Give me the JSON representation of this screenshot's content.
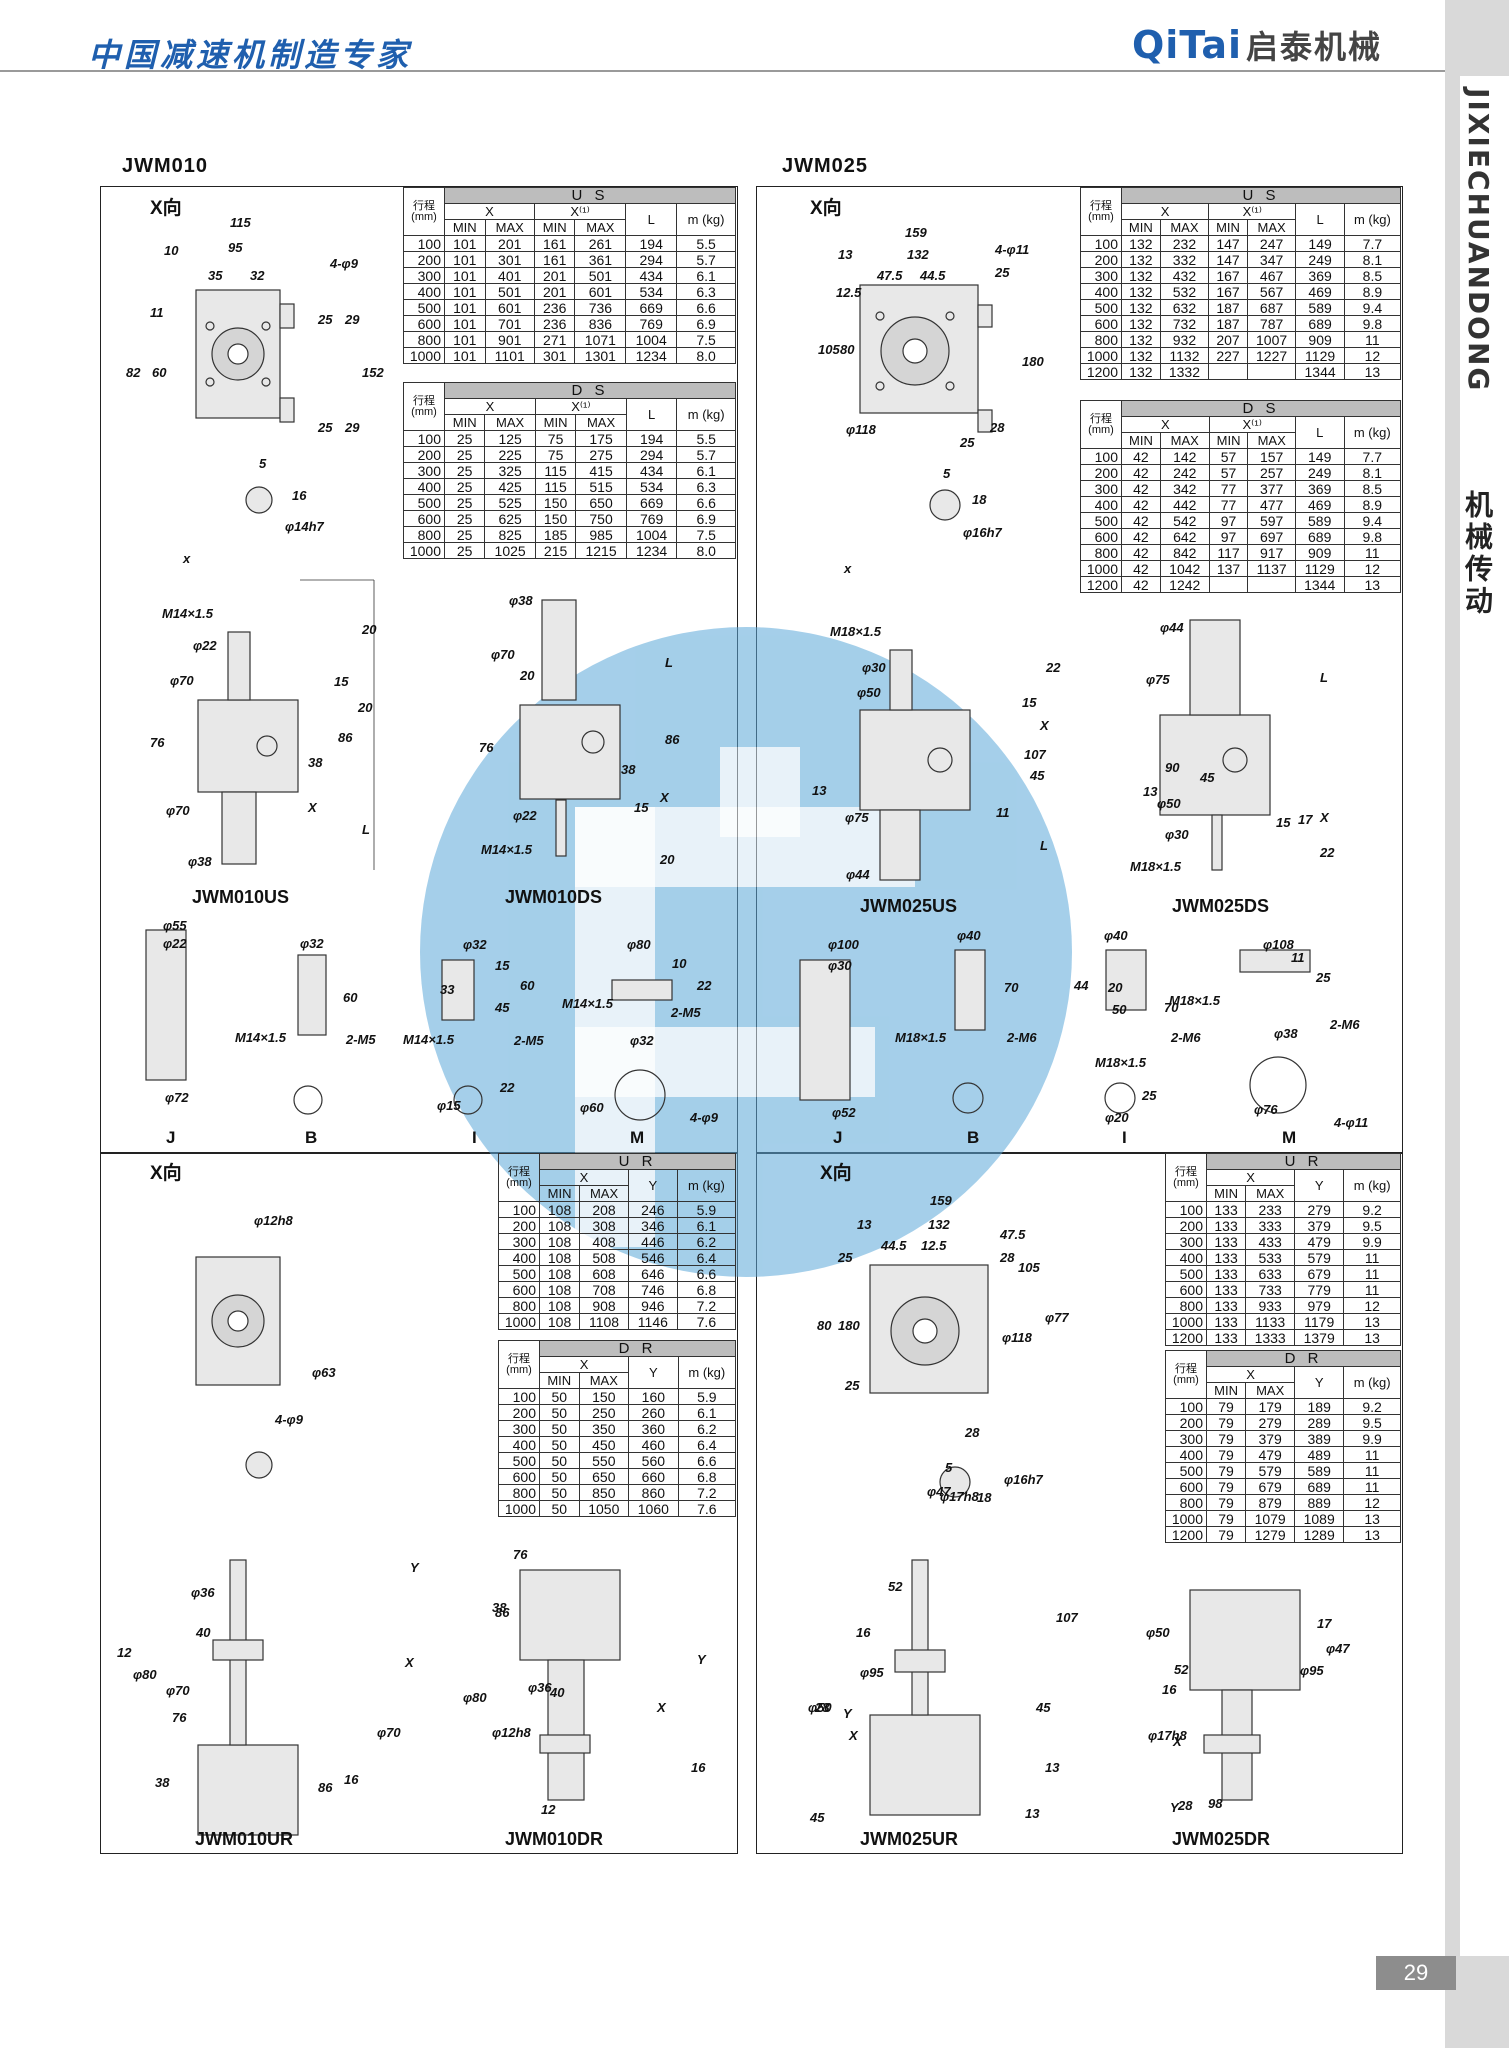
{
  "header": {
    "slogan": "中国减速机制造专家",
    "logo": "QiTai",
    "logo_cn": "启泰机械",
    "side_brand": "JIXIECHUANDONG",
    "side_cn": "机械传动",
    "page_number": "29"
  },
  "sections": {
    "jwm010": {
      "title": "JWM010",
      "view_top": "X向",
      "view_bottom": "X向",
      "labels": {
        "us": "JWM010US",
        "ds": "JWM010DS",
        "ur": "JWM010UR",
        "dr": "JWM010DR",
        "j": "J",
        "b": "B",
        "i": "I",
        "m": "M"
      },
      "dims": [
        "115",
        "10",
        "95",
        "35",
        "32",
        "4-φ9",
        "11",
        "25",
        "29",
        "82",
        "60",
        "152",
        "25",
        "29",
        "5",
        "16",
        "φ14h7",
        "x",
        "M14×1.5",
        "φ22",
        "φ70",
        "76",
        "38",
        "86",
        "15",
        "20",
        "X",
        "L",
        "φ70",
        "φ38",
        "20",
        "φ38",
        "φ70",
        "20",
        "L",
        "76",
        "38",
        "86",
        "φ22",
        "M14×1.5",
        "15",
        "X",
        "20",
        "φ55",
        "φ22",
        "φ72",
        "φ32",
        "60",
        "M14×1.5",
        "2-M5",
        "φ32",
        "33",
        "15",
        "45",
        "60",
        "M14×1.5",
        "2-M5",
        "22",
        "φ15",
        "φ80",
        "10",
        "22",
        "M14×1.5",
        "2-M5",
        "φ32",
        "φ60",
        "4-φ9",
        "φ63",
        "4-φ9",
        "φ12h8",
        "φ36",
        "40",
        "12",
        "φ80",
        "φ70",
        "76",
        "38",
        "86",
        "16",
        "Y",
        "X",
        "φ70",
        "76",
        "38",
        "86",
        "φ36",
        "40",
        "12",
        "φ80",
        "φ12h8",
        "X",
        "Y",
        "16"
      ],
      "us_table": {
        "type": "U S",
        "head": {
          "stroke": "行程 (mm)",
          "x": "X",
          "x1": "X⁽¹⁾",
          "l": "L",
          "m": "m (kg)",
          "min": "MIN",
          "max": "MAX"
        },
        "rows": [
          [
            "100",
            "101",
            "201",
            "161",
            "261",
            "194",
            "5.5"
          ],
          [
            "200",
            "101",
            "301",
            "161",
            "361",
            "294",
            "5.7"
          ],
          [
            "300",
            "101",
            "401",
            "201",
            "501",
            "434",
            "6.1"
          ],
          [
            "400",
            "101",
            "501",
            "201",
            "601",
            "534",
            "6.3"
          ],
          [
            "500",
            "101",
            "601",
            "236",
            "736",
            "669",
            "6.6"
          ],
          [
            "600",
            "101",
            "701",
            "236",
            "836",
            "769",
            "6.9"
          ],
          [
            "800",
            "101",
            "901",
            "271",
            "1071",
            "1004",
            "7.5"
          ],
          [
            "1000",
            "101",
            "1101",
            "301",
            "1301",
            "1234",
            "8.0"
          ]
        ]
      },
      "ds_table": {
        "type": "D S",
        "head": {
          "stroke": "行程 (mm)",
          "x": "X",
          "x1": "X⁽¹⁾",
          "l": "L",
          "m": "m (kg)",
          "min": "MIN",
          "max": "MAX"
        },
        "rows": [
          [
            "100",
            "25",
            "125",
            "75",
            "175",
            "194",
            "5.5"
          ],
          [
            "200",
            "25",
            "225",
            "75",
            "275",
            "294",
            "5.7"
          ],
          [
            "300",
            "25",
            "325",
            "115",
            "415",
            "434",
            "6.1"
          ],
          [
            "400",
            "25",
            "425",
            "115",
            "515",
            "534",
            "6.3"
          ],
          [
            "500",
            "25",
            "525",
            "150",
            "650",
            "669",
            "6.6"
          ],
          [
            "600",
            "25",
            "625",
            "150",
            "750",
            "769",
            "6.9"
          ],
          [
            "800",
            "25",
            "825",
            "185",
            "985",
            "1004",
            "7.5"
          ],
          [
            "1000",
            "25",
            "1025",
            "215",
            "1215",
            "1234",
            "8.0"
          ]
        ]
      },
      "ur_table": {
        "type": "U R",
        "head": {
          "stroke": "行程 (mm)",
          "x": "X",
          "y": "Y",
          "m": "m (kg)",
          "min": "MIN",
          "max": "MAX"
        },
        "rows": [
          [
            "100",
            "108",
            "208",
            "246",
            "5.9"
          ],
          [
            "200",
            "108",
            "308",
            "346",
            "6.1"
          ],
          [
            "300",
            "108",
            "408",
            "446",
            "6.2"
          ],
          [
            "400",
            "108",
            "508",
            "546",
            "6.4"
          ],
          [
            "500",
            "108",
            "608",
            "646",
            "6.6"
          ],
          [
            "600",
            "108",
            "708",
            "746",
            "6.8"
          ],
          [
            "800",
            "108",
            "908",
            "946",
            "7.2"
          ],
          [
            "1000",
            "108",
            "1108",
            "1146",
            "7.6"
          ]
        ]
      },
      "dr_table": {
        "type": "D R",
        "head": {
          "stroke": "行程 (mm)",
          "x": "X",
          "y": "Y",
          "m": "m (kg)",
          "min": "MIN",
          "max": "MAX"
        },
        "rows": [
          [
            "100",
            "50",
            "150",
            "160",
            "5.9"
          ],
          [
            "200",
            "50",
            "250",
            "260",
            "6.1"
          ],
          [
            "300",
            "50",
            "350",
            "360",
            "6.2"
          ],
          [
            "400",
            "50",
            "450",
            "460",
            "6.4"
          ],
          [
            "500",
            "50",
            "550",
            "560",
            "6.6"
          ],
          [
            "600",
            "50",
            "650",
            "660",
            "6.8"
          ],
          [
            "800",
            "50",
            "850",
            "860",
            "7.2"
          ],
          [
            "1000",
            "50",
            "1050",
            "1060",
            "7.6"
          ]
        ]
      }
    },
    "jwm025": {
      "title": "JWM025",
      "view_top": "X向",
      "view_bottom": "X向",
      "labels": {
        "us": "JWM025US",
        "ds": "JWM025DS",
        "ur": "JWM025UR",
        "dr": "JWM025DR",
        "j": "J",
        "b": "B",
        "i": "I",
        "m": "M"
      },
      "dims": [
        "159",
        "13",
        "132",
        "4-φ11",
        "47.5",
        "44.5",
        "12.5",
        "25",
        "105",
        "80",
        "180",
        "φ118",
        "25",
        "28",
        "5",
        "18",
        "φ16h7",
        "x",
        "M18×1.5",
        "φ30",
        "φ50",
        "15",
        "22",
        "X",
        "107",
        "45",
        "13",
        "φ75",
        "11",
        "L",
        "φ44",
        "φ44",
        "φ75",
        "L",
        "90",
        "13",
        "45",
        "φ50",
        "φ30",
        "M18×1.5",
        "15",
        "17",
        "X",
        "22",
        "φ100",
        "φ30",
        "φ52",
        "φ40",
        "70",
        "M18×1.5",
        "2-M6",
        "φ40",
        "44",
        "20",
        "50",
        "70",
        "2-M6",
        "M18×1.5",
        "25",
        "φ20",
        "φ108",
        "11",
        "25",
        "M18×1.5",
        "2-M6",
        "φ38",
        "φ76",
        "4-φ11",
        "159",
        "13",
        "132",
        "47.5",
        "44.5",
        "12.5",
        "25",
        "28",
        "105",
        "80",
        "180",
        "φ77",
        "φ118",
        "25",
        "28",
        "5",
        "18",
        "φ16h7",
        "φ17h8",
        "φ47",
        "52",
        "16",
        "φ95",
        "φ50",
        "28",
        "Y",
        "X",
        "107",
        "45",
        "13",
        "13",
        "45",
        "98",
        "φ50",
        "φ47",
        "17",
        "52",
        "16",
        "φ95",
        "φ17h8",
        "X",
        "Y",
        "28"
      ],
      "us_table": {
        "type": "U S",
        "head": {
          "stroke": "行程 (mm)",
          "x": "X",
          "x1": "X⁽¹⁾",
          "l": "L",
          "m": "m (kg)",
          "min": "MIN",
          "max": "MAX"
        },
        "rows": [
          [
            "100",
            "132",
            "232",
            "147",
            "247",
            "149",
            "7.7"
          ],
          [
            "200",
            "132",
            "332",
            "147",
            "347",
            "249",
            "8.1"
          ],
          [
            "300",
            "132",
            "432",
            "167",
            "467",
            "369",
            "8.5"
          ],
          [
            "400",
            "132",
            "532",
            "167",
            "567",
            "469",
            "8.9"
          ],
          [
            "500",
            "132",
            "632",
            "187",
            "687",
            "589",
            "9.4"
          ],
          [
            "600",
            "132",
            "732",
            "187",
            "787",
            "689",
            "9.8"
          ],
          [
            "800",
            "132",
            "932",
            "207",
            "1007",
            "909",
            "11"
          ],
          [
            "1000",
            "132",
            "1132",
            "227",
            "1227",
            "1129",
            "12"
          ],
          [
            "1200",
            "132",
            "1332",
            "",
            "",
            "1344",
            "13"
          ]
        ]
      },
      "ds_table": {
        "type": "D S",
        "head": {
          "stroke": "行程 (mm)",
          "x": "X",
          "x1": "X⁽¹⁾",
          "l": "L",
          "m": "m (kg)",
          "min": "MIN",
          "max": "MAX"
        },
        "rows": [
          [
            "100",
            "42",
            "142",
            "57",
            "157",
            "149",
            "7.7"
          ],
          [
            "200",
            "42",
            "242",
            "57",
            "257",
            "249",
            "8.1"
          ],
          [
            "300",
            "42",
            "342",
            "77",
            "377",
            "369",
            "8.5"
          ],
          [
            "400",
            "42",
            "442",
            "77",
            "477",
            "469",
            "8.9"
          ],
          [
            "500",
            "42",
            "542",
            "97",
            "597",
            "589",
            "9.4"
          ],
          [
            "600",
            "42",
            "642",
            "97",
            "697",
            "689",
            "9.8"
          ],
          [
            "800",
            "42",
            "842",
            "117",
            "917",
            "909",
            "11"
          ],
          [
            "1000",
            "42",
            "1042",
            "137",
            "1137",
            "1129",
            "12"
          ],
          [
            "1200",
            "42",
            "1242",
            "",
            "",
            "1344",
            "13"
          ]
        ]
      },
      "ur_table": {
        "type": "U R",
        "head": {
          "stroke": "行程 (mm)",
          "x": "X",
          "y": "Y",
          "m": "m (kg)",
          "min": "MIN",
          "max": "MAX"
        },
        "rows": [
          [
            "100",
            "133",
            "233",
            "279",
            "9.2"
          ],
          [
            "200",
            "133",
            "333",
            "379",
            "9.5"
          ],
          [
            "300",
            "133",
            "433",
            "479",
            "9.9"
          ],
          [
            "400",
            "133",
            "533",
            "579",
            "11"
          ],
          [
            "500",
            "133",
            "633",
            "679",
            "11"
          ],
          [
            "600",
            "133",
            "733",
            "779",
            "11"
          ],
          [
            "800",
            "133",
            "933",
            "979",
            "12"
          ],
          [
            "1000",
            "133",
            "1133",
            "1179",
            "13"
          ],
          [
            "1200",
            "133",
            "1333",
            "1379",
            "13"
          ]
        ]
      },
      "dr_table": {
        "type": "D R",
        "head": {
          "stroke": "行程 (mm)",
          "x": "X",
          "y": "Y",
          "m": "m (kg)",
          "min": "MIN",
          "max": "MAX"
        },
        "rows": [
          [
            "100",
            "79",
            "179",
            "189",
            "9.2"
          ],
          [
            "200",
            "79",
            "279",
            "289",
            "9.5"
          ],
          [
            "300",
            "79",
            "379",
            "389",
            "9.9"
          ],
          [
            "400",
            "79",
            "479",
            "489",
            "11"
          ],
          [
            "500",
            "79",
            "579",
            "589",
            "11"
          ],
          [
            "600",
            "79",
            "679",
            "689",
            "11"
          ],
          [
            "800",
            "79",
            "879",
            "889",
            "12"
          ],
          [
            "1000",
            "79",
            "1079",
            "1089",
            "13"
          ],
          [
            "1200",
            "79",
            "1279",
            "1289",
            "13"
          ]
        ]
      }
    }
  }
}
